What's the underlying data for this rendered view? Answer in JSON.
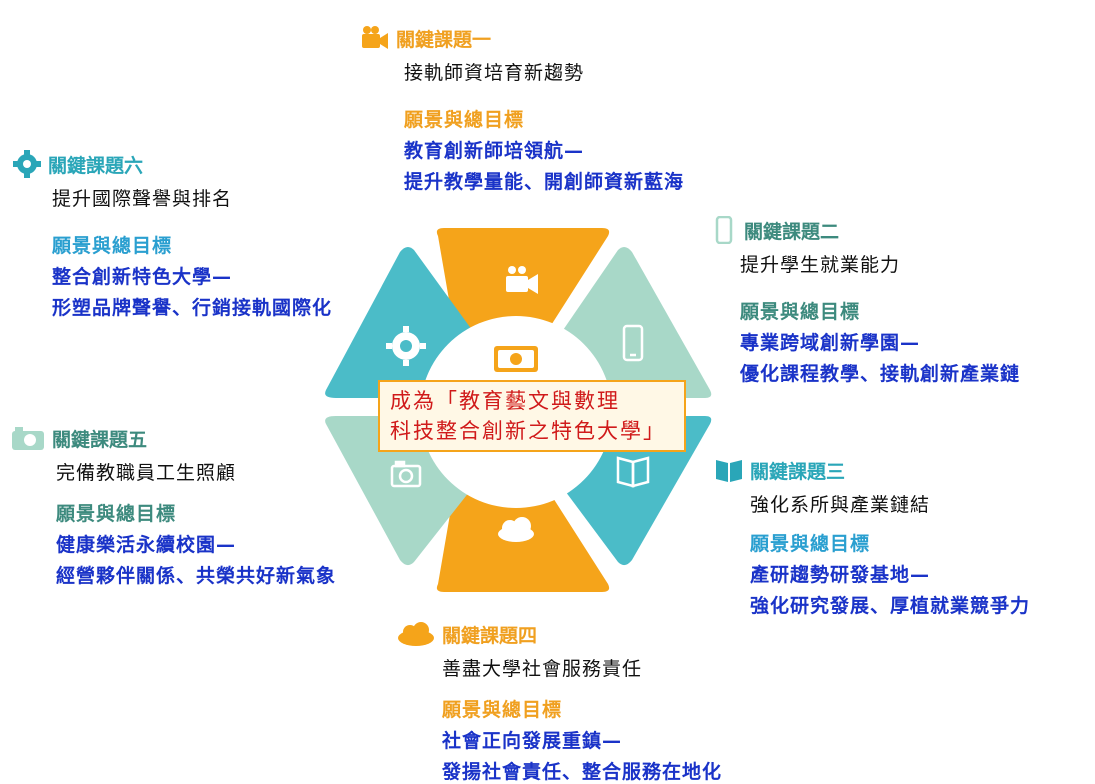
{
  "center": {
    "line1": "成為「教育藝文與數理",
    "line2": "科技整合創新之特色大學」"
  },
  "issues": [
    {
      "title": "關鍵課題一",
      "theme": "接軌師資培育新趨勢",
      "vision_heading": "願景與總目標",
      "vision_lines": [
        "教育創新師培領航—",
        "提升教學量能、開創師資新藍海"
      ],
      "icon": "video-camera-icon",
      "color": "#f5a41a"
    },
    {
      "title": "關鍵課題二",
      "theme": "提升學生就業能力",
      "vision_heading": "願景與總目標",
      "vision_lines": [
        "專業跨域創新學園—",
        "優化課程教學、接軌創新產業鏈"
      ],
      "icon": "smartphone-icon",
      "color": "#a8d8c8"
    },
    {
      "title": "關鍵課題三",
      "theme": "強化系所與產業鏈結",
      "vision_heading": "願景與總目標",
      "vision_lines": [
        "產研趨勢研發基地—",
        "強化研究發展、厚植就業競爭力"
      ],
      "icon": "book-icon",
      "color": "#4bbcc8"
    },
    {
      "title": "關鍵課題四",
      "theme": "善盡大學社會服務責任",
      "vision_heading": "願景與總目標",
      "vision_lines": [
        "社會正向發展重鎮—",
        "發揚社會責任、整合服務在地化"
      ],
      "icon": "cloud-icon",
      "color": "#f5a41a"
    },
    {
      "title": "關鍵課題五",
      "theme": "完備教職員工生照顧",
      "vision_heading": "願景與總目標",
      "vision_lines": [
        "健康樂活永續校園—",
        "經營夥伴關係、共榮共好新氣象"
      ],
      "icon": "camera-icon",
      "color": "#a8d8c8"
    },
    {
      "title": "關鍵課題六",
      "theme": "提升國際聲譽與排名",
      "vision_heading": "願景與總目標",
      "vision_lines": [
        "整合創新特色大學—",
        "形塑品牌聲譽、行銷接軌國際化"
      ],
      "icon": "gear-icon",
      "color": "#4bbcc8"
    }
  ],
  "center_icon": "money-icon"
}
